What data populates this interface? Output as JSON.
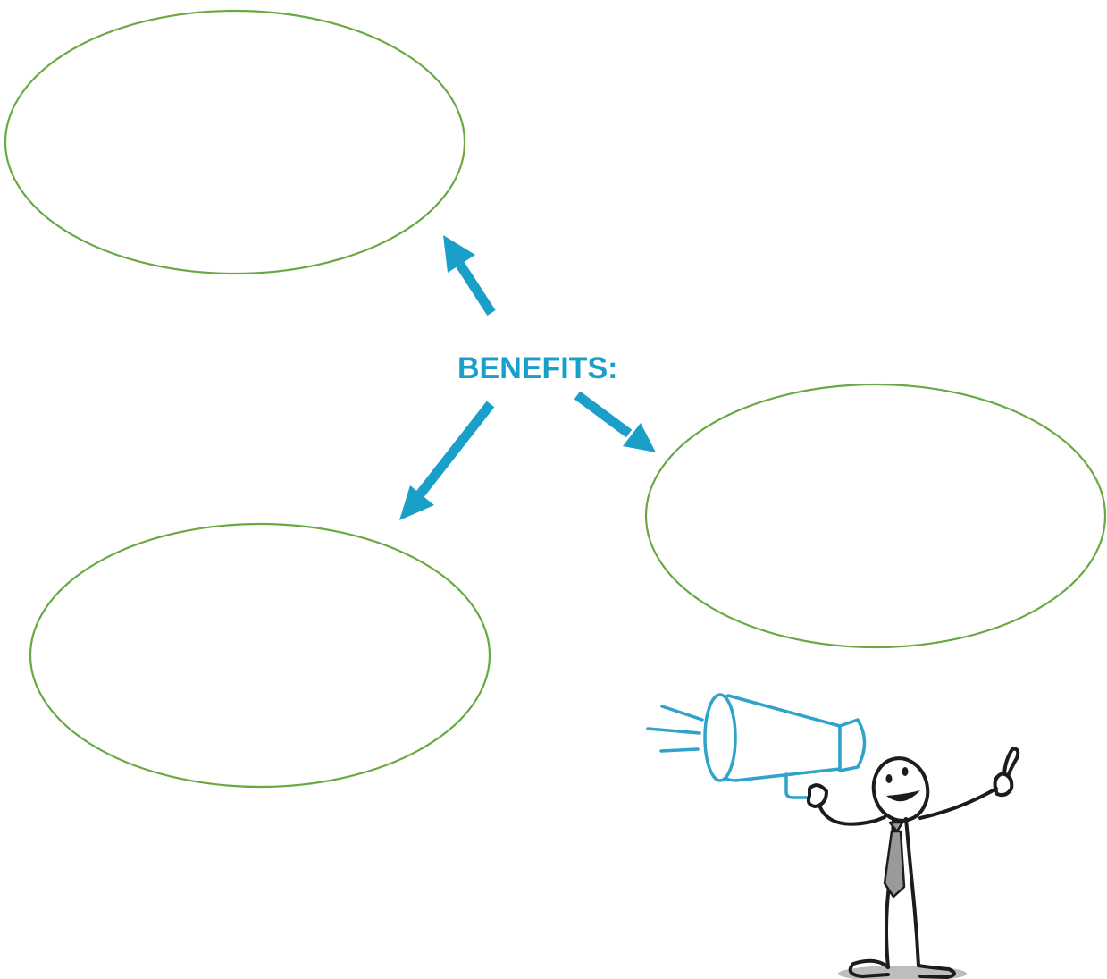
{
  "center_label": "BENEFITS:",
  "bubbles": [
    {
      "id": "top-left",
      "text": ""
    },
    {
      "id": "right",
      "text": ""
    },
    {
      "id": "bottom-left",
      "text": ""
    }
  ],
  "colors": {
    "accent": "#1aa0c8",
    "bubble_outline": "#6aa843",
    "ink": "#1c1c1c",
    "tie": "#9a9a9a"
  },
  "illustration": {
    "icon": "stick-figure-megaphone-icon"
  }
}
